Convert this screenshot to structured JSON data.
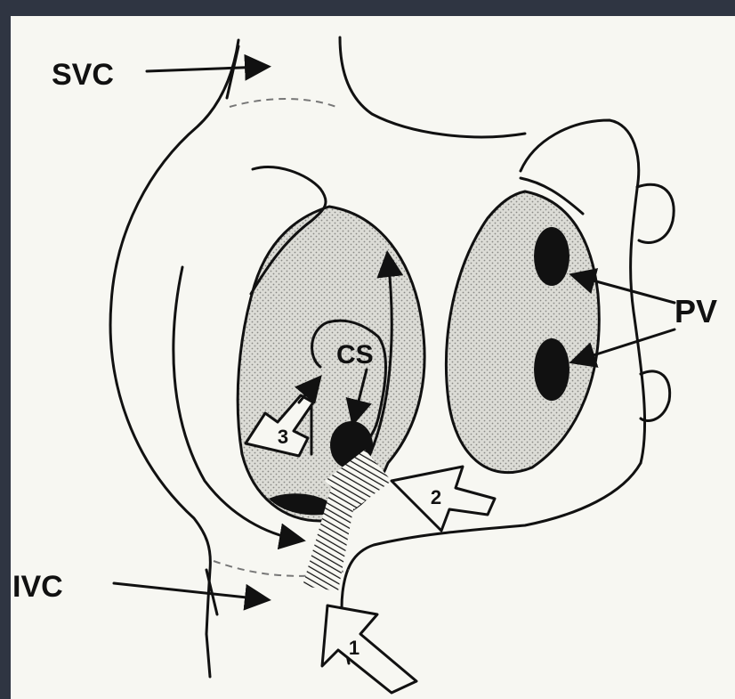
{
  "labels": {
    "svc": "SVC",
    "ivc": "IVC",
    "cs": "CS",
    "pv": "PV"
  },
  "approach_numbers": {
    "one": "1",
    "two": "2",
    "three": "3"
  },
  "colors": {
    "frame_background": "#2f3542",
    "paper": "#f7f7f2",
    "ink": "#111111",
    "stipple": "#d6d6d0"
  }
}
